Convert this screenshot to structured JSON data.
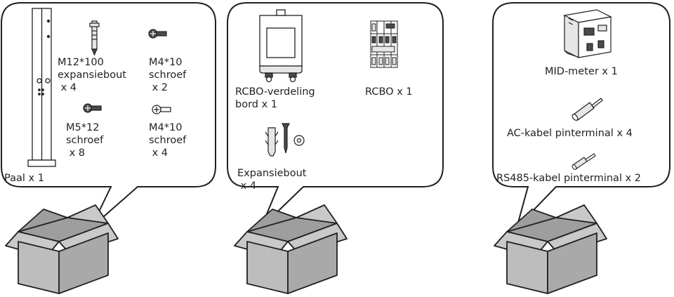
{
  "colors": {
    "box_face": "#bdbdbd",
    "box_dark": "#9e9e9e",
    "box_flap": "#c9c9c9",
    "outline": "#231f20",
    "part_light": "#e6e6e6",
    "part_dark": "#4a4a4a"
  },
  "panels": [
    {
      "items": [
        {
          "icon": "pole-icon",
          "label": "Paal x 1"
        },
        {
          "icon": "expansion-bolt-icon",
          "label": "M12*100\nexpansiebout\n x 4"
        },
        {
          "icon": "screw-icon",
          "label": "M4*10\nschroef\n x 2"
        },
        {
          "icon": "screw-icon",
          "label": "M5*12\nschroef\n x 8"
        },
        {
          "icon": "screw-flat-icon",
          "label": "M4*10\nschroef\n x 4"
        }
      ]
    },
    {
      "items": [
        {
          "icon": "rcbo-board-icon",
          "label": "RCBO-verdeling\nbord x 1"
        },
        {
          "icon": "rcbo-icon",
          "label": "RCBO x 1"
        },
        {
          "icon": "anchor-icon",
          "label": "Expansiebout\n x 4"
        }
      ]
    },
    {
      "items": [
        {
          "icon": "mid-meter-icon",
          "label": "MID-meter x 1"
        },
        {
          "icon": "pin-terminal-icon",
          "label": "AC-kabel pinterminal x 4"
        },
        {
          "icon": "pin-terminal-icon",
          "label": "RS485-kabel pinterminal x 2"
        }
      ]
    }
  ]
}
